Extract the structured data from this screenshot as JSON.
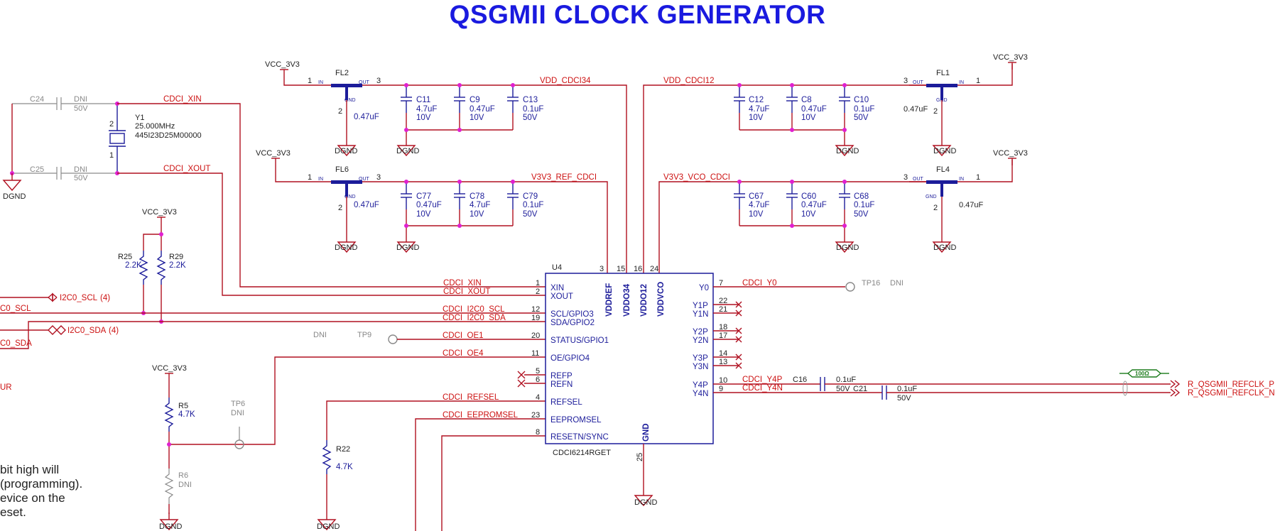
{
  "title": "QSGMII CLOCK GENERATOR",
  "nets": {
    "vcc": "VCC_3V3",
    "dgnd": "DGND",
    "vdd_cdci34": "VDD_CDCI34",
    "vdd_cdci12": "VDD_CDCI12",
    "v3v3_ref": "V3V3_REF_CDCI",
    "v3v3_vco": "V3V3_VCO_CDCI",
    "xin": "CDCI_XIN",
    "xout": "CDCI_XOUT",
    "scl": "CDCI_I2C0_SCL",
    "sda": "CDCI_I2C0_SDA",
    "oe1": "CDCI_OE1",
    "oe4": "CDCI_OE4",
    "refsel": "CDCI_REFSEL",
    "eepromsel": "CDCI_EEPROMSEL",
    "y0": "CDCI_Y0",
    "y4p": "CDCI_Y4P",
    "y4n": "CDCI_Y4N",
    "port_scl": "I2C0_SCL",
    "port_sda": "I2C0_SDA",
    "port_ref": "(4)",
    "left_scl": "C0_SCL",
    "left_sda": "C0_SDA",
    "left_ur": "UR",
    "out_p": "R_QSGMII_REFCLK_P",
    "out_n": "R_QSGMII_REFCLK_N",
    "diff": "100Ω"
  },
  "filters": {
    "fl1": {
      "ref": "FL1",
      "cap": "0.47uF"
    },
    "fl2": {
      "ref": "FL2",
      "cap": "0.47uF"
    },
    "fl4": {
      "ref": "FL4",
      "cap": "0.47uF"
    },
    "fl6": {
      "ref": "FL6",
      "cap": "0.47uF"
    },
    "pin_in": "IN",
    "pin_out": "OUT",
    "pin_gnd": "GND"
  },
  "caps": {
    "c11": {
      "ref": "C11",
      "val": "4.7uF",
      "v": "10V"
    },
    "c9": {
      "ref": "C9",
      "val": "0.47uF",
      "v": "10V"
    },
    "c13": {
      "ref": "C13",
      "val": "0.1uF",
      "v": "50V"
    },
    "c12": {
      "ref": "C12",
      "val": "4.7uF",
      "v": "10V"
    },
    "c8": {
      "ref": "C8",
      "val": "0.47uF",
      "v": "10V"
    },
    "c10": {
      "ref": "C10",
      "val": "0.1uF",
      "v": "50V"
    },
    "c77": {
      "ref": "C77",
      "val": "0.47uF",
      "v": "10V"
    },
    "c78": {
      "ref": "C78",
      "val": "4.7uF",
      "v": "10V"
    },
    "c79": {
      "ref": "C79",
      "val": "0.1uF",
      "v": "50V"
    },
    "c67": {
      "ref": "C67",
      "val": "4.7uF",
      "v": "10V"
    },
    "c60": {
      "ref": "C60",
      "val": "0.47uF",
      "v": "10V"
    },
    "c68": {
      "ref": "C68",
      "val": "0.1uF",
      "v": "50V"
    },
    "c24": {
      "ref": "C24",
      "val": "DNI",
      "v": "50V"
    },
    "c25": {
      "ref": "C25",
      "val": "DNI",
      "v": "50V"
    },
    "c16": {
      "ref": "C16",
      "val": "0.1uF",
      "v": "50V"
    },
    "c21": {
      "ref": "C21",
      "val": "0.1uF",
      "v": "50V"
    }
  },
  "crystal": {
    "ref": "Y1",
    "freq": "25.000MHz",
    "part": "445I23D25M00000"
  },
  "resistors": {
    "r25": {
      "ref": "R25",
      "val": "2.2K"
    },
    "r29": {
      "ref": "R29",
      "val": "2.2K"
    },
    "r5": {
      "ref": "R5",
      "val": "4.7K"
    },
    "r6": {
      "ref": "R6",
      "val": "DNI"
    },
    "r22": {
      "ref": "R22",
      "val": "4.7K"
    }
  },
  "testpoints": {
    "tp16": {
      "ref": "TP16",
      "val": "DNI"
    },
    "tp9": {
      "ref": "TP9",
      "val": "DNI"
    },
    "tp6": {
      "ref": "TP6",
      "val": "DNI"
    }
  },
  "ic": {
    "ref": "U4",
    "part": "CDCI6214RGET",
    "left_pins": [
      {
        "num": "1",
        "name": "XIN"
      },
      {
        "num": "2",
        "name": "XOUT"
      },
      {
        "num": "12",
        "name": "SCL/GPIO3"
      },
      {
        "num": "19",
        "name": "SDA/GPIO2"
      },
      {
        "num": "20",
        "name": "STATUS/GPIO1"
      },
      {
        "num": "11",
        "name": "OE/GPIO4"
      },
      {
        "num": "5",
        "name": "REFP"
      },
      {
        "num": "6",
        "name": "REFN"
      },
      {
        "num": "4",
        "name": "REFSEL"
      },
      {
        "num": "23",
        "name": "EEPROMSEL"
      },
      {
        "num": "8",
        "name": "RESETN/SYNC"
      }
    ],
    "top_pins": [
      {
        "num": "3",
        "name": "VDDREF"
      },
      {
        "num": "15",
        "name": "VDDO34"
      },
      {
        "num": "16",
        "name": "VDDO12"
      },
      {
        "num": "24",
        "name": "VDDVCO"
      }
    ],
    "right_pins": [
      {
        "num": "7",
        "name": "Y0"
      },
      {
        "num": "22",
        "name": "Y1P"
      },
      {
        "num": "21",
        "name": "Y1N"
      },
      {
        "num": "18",
        "name": "Y2P"
      },
      {
        "num": "17",
        "name": "Y2N"
      },
      {
        "num": "14",
        "name": "Y3P"
      },
      {
        "num": "13",
        "name": "Y3N"
      },
      {
        "num": "10",
        "name": "Y4P"
      },
      {
        "num": "9",
        "name": "Y4N"
      }
    ],
    "gnd_pin": {
      "num": "25",
      "name": "GND"
    }
  },
  "note_lines": [
    "bit high will",
    "(programming).",
    "evice on the",
    "eset."
  ]
}
